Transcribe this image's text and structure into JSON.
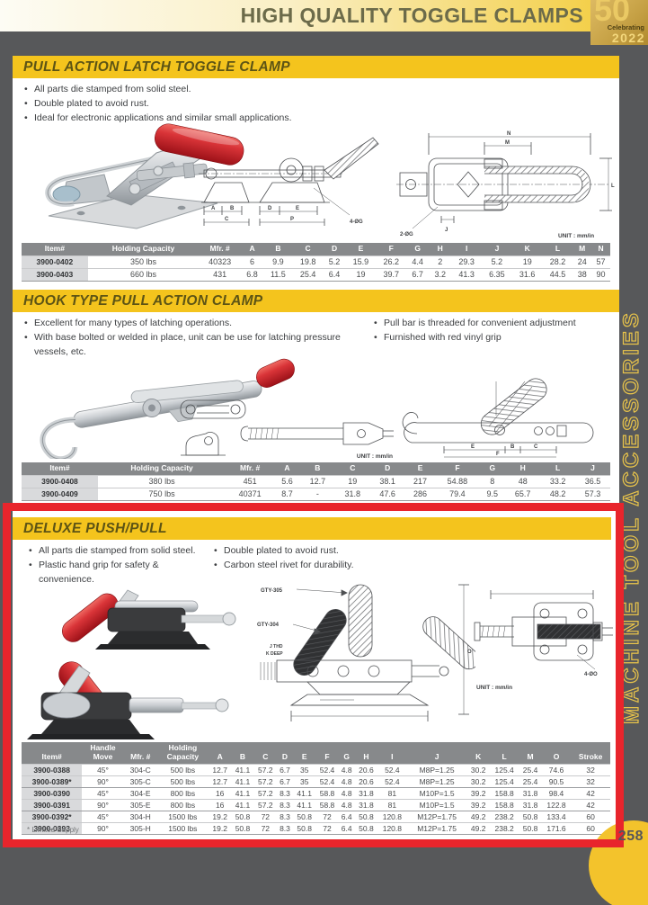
{
  "page": {
    "banner_title": "HIGH QUALITY TOGGLE CLAMPS",
    "badge": {
      "number": "50",
      "line1": "Celebrating",
      "line2": "2022"
    },
    "sidebar_text": "MACHINE TOOL ACCESSORIES",
    "page_number": "258",
    "footnote": "* Limited Supply"
  },
  "sections": [
    {
      "title": "PULL ACTION LATCH TOGGLE CLAMP",
      "bullets_left": [
        "All parts die stamped from solid steel.",
        "Double plated to avoid rust.",
        "Ideal for electronic applications and similar small applications."
      ],
      "bullets_right": [],
      "drawings": {
        "side_dims": [
          "A",
          "B",
          "C",
          "D",
          "E",
          "P"
        ],
        "side_callout": "4-ØG",
        "top_dims": [
          "N",
          "M",
          "J",
          "L"
        ],
        "top_callout": "2-ØG",
        "unit": "UNIT : mm/in"
      },
      "table": {
        "headers": [
          "Item#",
          "Holding Capacity",
          "Mfr. #",
          "A",
          "B",
          "C",
          "D",
          "E",
          "F",
          "G",
          "H",
          "I",
          "J",
          "K",
          "L",
          "M",
          "N"
        ],
        "rows": [
          [
            "3900-0402",
            "350 lbs",
            "40323",
            "6",
            "9.9",
            "19.8",
            "5.2",
            "15.9",
            "26.2",
            "4.4",
            "2",
            "29.3",
            "5.2",
            "19",
            "28.2",
            "24",
            "57"
          ],
          [
            "3900-0403",
            "660 lbs",
            "431",
            "6.8",
            "11.5",
            "25.4",
            "6.4",
            "19",
            "39.7",
            "6.7",
            "3.2",
            "41.3",
            "6.35",
            "31.6",
            "44.5",
            "38",
            "90"
          ]
        ]
      }
    },
    {
      "title": "HOOK TYPE PULL ACTION CLAMP",
      "bullets_left": [
        "Excellent for many types of latching operations.",
        "With base bolted or welded in place, unit can be use for latching pressure vessels, etc."
      ],
      "bullets_right": [
        "Pull bar is threaded for convenient adjustment",
        "Furnished with red vinyl grip"
      ],
      "drawings": {
        "dims": [
          "E",
          "B",
          "C",
          "F"
        ],
        "unit": "UNIT : mm/in"
      },
      "table": {
        "headers": [
          "Item#",
          "Holding Capacity",
          "Mfr. #",
          "A",
          "B",
          "C",
          "D",
          "E",
          "F",
          "G",
          "H",
          "L",
          "J"
        ],
        "rows": [
          [
            "3900-0408",
            "380 lbs",
            "451",
            "5.6",
            "12.7",
            "19",
            "38.1",
            "217",
            "54.88",
            "8",
            "48",
            "33.2",
            "36.5"
          ],
          [
            "3900-0409",
            "750 lbs",
            "40371",
            "8.7",
            "-",
            "31.8",
            "47.6",
            "286",
            "79.4",
            "9.5",
            "65.7",
            "48.2",
            "57.3"
          ]
        ]
      }
    },
    {
      "title": "DELUXE PUSH/PULL",
      "bullets_left": [
        "All parts die stamped from solid steel.",
        "Plastic hand grip for safety & convenience."
      ],
      "bullets_right": [
        "Double plated to avoid rust.",
        "Carbon steel rivet for durability."
      ],
      "drawings": {
        "callout1": "GTY-305",
        "callout2": "GTY-304",
        "thd": "J THD",
        "deep": "K DEEP",
        "dim_o": "O",
        "top_callout": "4-ØO",
        "unit": "UNIT : mm/in"
      },
      "table": {
        "headers": [
          "Item#",
          "Handle\nMove",
          "Mfr. #",
          "Holding\nCapacity",
          "A",
          "B",
          "C",
          "D",
          "E",
          "F",
          "G",
          "H",
          "I",
          "J",
          "K",
          "L",
          "M",
          "O",
          "Stroke"
        ],
        "rows": [
          [
            "3900-0388",
            "45°",
            "304-C",
            "500 lbs",
            "12.7",
            "41.1",
            "57.2",
            "6.7",
            "35",
            "52.4",
            "4.8",
            "20.6",
            "52.4",
            "M8P=1.25",
            "30.2",
            "125.4",
            "25.4",
            "74.6",
            "32"
          ],
          [
            "3900-0389*",
            "90°",
            "305-C",
            "500 lbs",
            "12.7",
            "41.1",
            "57.2",
            "6.7",
            "35",
            "52.4",
            "4.8",
            "20.6",
            "52.4",
            "M8P=1.25",
            "30.2",
            "125.4",
            "25.4",
            "90.5",
            "32"
          ],
          [
            "3900-0390",
            "45°",
            "304-E",
            "800 lbs",
            "16",
            "41.1",
            "57.2",
            "8.3",
            "41.1",
            "58.8",
            "4.8",
            "31.8",
            "81",
            "M10P=1.5",
            "39.2",
            "158.8",
            "31.8",
            "98.4",
            "42"
          ],
          [
            "3900-0391",
            "90°",
            "305-E",
            "800 lbs",
            "16",
            "41.1",
            "57.2",
            "8.3",
            "41.1",
            "58.8",
            "4.8",
            "31.8",
            "81",
            "M10P=1.5",
            "39.2",
            "158.8",
            "31.8",
            "122.8",
            "42"
          ],
          [
            "3900-0392*",
            "45°",
            "304-H",
            "1500 lbs",
            "19.2",
            "50.8",
            "72",
            "8.3",
            "50.8",
            "72",
            "6.4",
            "50.8",
            "120.8",
            "M12P=1.75",
            "49.2",
            "238.2",
            "50.8",
            "133.4",
            "60"
          ],
          [
            "3900-0393",
            "90°",
            "305-H",
            "1500 lbs",
            "19.2",
            "50.8",
            "72",
            "8.3",
            "50.8",
            "72",
            "6.4",
            "50.8",
            "120.8",
            "M12P=1.75",
            "49.2",
            "238.2",
            "50.8",
            "171.6",
            "60"
          ]
        ]
      }
    }
  ]
}
